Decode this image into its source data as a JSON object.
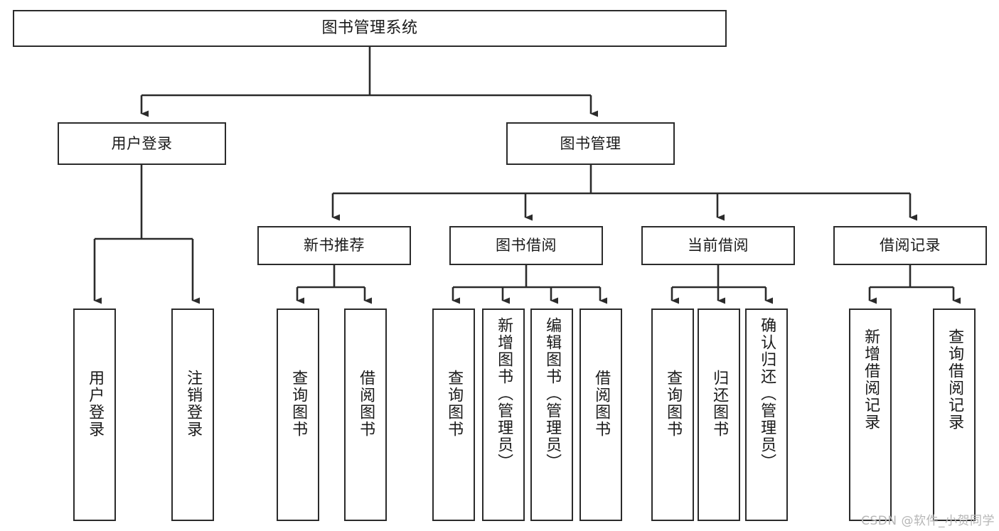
{
  "diagram": {
    "title": "图书管理系统",
    "type": "tree",
    "orientation": "top-down",
    "background_color": "#ffffff",
    "line_color": "#2b2b2b",
    "box_border_color": "#2b2b2b",
    "box_fill_color": "#ffffff",
    "text_color": "#1a1a1a"
  },
  "nodes": {
    "root": {
      "id": "root",
      "label": "图书管理系统",
      "level": 0,
      "orientation": "horizontal"
    },
    "level1": [
      {
        "id": "user-login",
        "label": "用户登录",
        "level": 1,
        "orientation": "horizontal"
      },
      {
        "id": "book-management",
        "label": "图书管理",
        "level": 1,
        "orientation": "horizontal"
      }
    ],
    "level2": [
      {
        "id": "new-book-recommend",
        "label": "新书推荐",
        "level": 2,
        "orientation": "horizontal",
        "parent": "book-management"
      },
      {
        "id": "book-borrow",
        "label": "图书借阅",
        "level": 2,
        "orientation": "horizontal",
        "parent": "book-management"
      },
      {
        "id": "current-borrow",
        "label": "当前借阅",
        "level": 2,
        "orientation": "horizontal",
        "parent": "book-management"
      },
      {
        "id": "borrow-record",
        "label": "借阅记录",
        "level": 2,
        "orientation": "horizontal",
        "parent": "book-management"
      }
    ],
    "leaves": [
      {
        "id": "leaf-user-login",
        "label": "用户登录",
        "parent": "user-login",
        "orientation": "vertical"
      },
      {
        "id": "leaf-logout",
        "label": "注销登录",
        "parent": "user-login",
        "orientation": "vertical"
      },
      {
        "id": "leaf-query-book-1",
        "label": "查询图书",
        "parent": "new-book-recommend",
        "orientation": "vertical"
      },
      {
        "id": "leaf-borrow-book-1",
        "label": "借阅图书",
        "parent": "new-book-recommend",
        "orientation": "vertical"
      },
      {
        "id": "leaf-query-book-2",
        "label": "查询图书",
        "parent": "book-borrow",
        "orientation": "vertical"
      },
      {
        "id": "leaf-add-book",
        "label": "新增图书（管理员）",
        "parent": "book-borrow",
        "orientation": "vertical"
      },
      {
        "id": "leaf-edit-book",
        "label": "编辑图书（管理员）",
        "parent": "book-borrow",
        "orientation": "vertical"
      },
      {
        "id": "leaf-borrow-book-2",
        "label": "借阅图书",
        "parent": "book-borrow",
        "orientation": "vertical"
      },
      {
        "id": "leaf-query-book-3",
        "label": "查询图书",
        "parent": "current-borrow",
        "orientation": "vertical"
      },
      {
        "id": "leaf-return-book",
        "label": "归还图书",
        "parent": "current-borrow",
        "orientation": "vertical"
      },
      {
        "id": "leaf-confirm-return",
        "label": "确认归还（管理员）",
        "parent": "current-borrow",
        "orientation": "vertical"
      },
      {
        "id": "leaf-add-record",
        "label": "新增借阅记录",
        "parent": "borrow-record",
        "orientation": "vertical"
      },
      {
        "id": "leaf-query-record",
        "label": "查询借阅记录",
        "parent": "borrow-record",
        "orientation": "vertical"
      }
    ]
  },
  "watermark": {
    "text": "CSDN @软件_小贺同学"
  }
}
